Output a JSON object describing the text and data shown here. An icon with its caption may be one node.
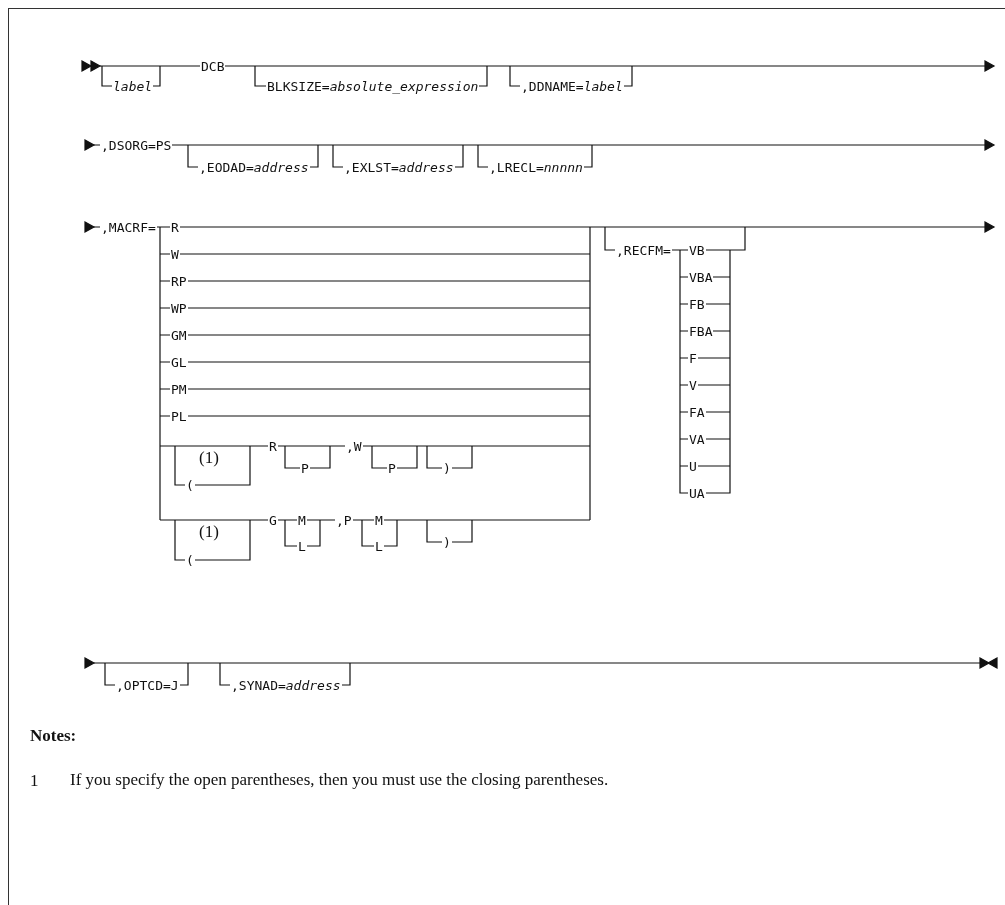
{
  "diagram": {
    "labels": [
      "label",
      "DCB",
      "BLKSIZE=*absolute_expression*",
      ",DDNAME=*label*",
      ",DSORG=PS",
      ",EODAD=*address*",
      ",EXLST=*address*",
      ",LRECL=*nnnnn*",
      ",MACRF=",
      "R",
      "W",
      "RP",
      "WP",
      "GM",
      "GL",
      "PM",
      "PL",
      "(1)",
      "(",
      "R",
      "P",
      ",W",
      "P",
      ")",
      ",RECFM=",
      "VB",
      "VBA",
      "FB",
      "FBA",
      "F",
      "V",
      "FA",
      "VA",
      "U",
      "UA",
      "(1)",
      "(",
      "G",
      "M",
      "L",
      ",P",
      "M",
      "L",
      ")",
      ",OPTCD=J",
      ",SYNAD=*address*",
      "Notes:",
      "1",
      "If you specify the open parentheses, then you must use the closing parentheses."
    ]
  }
}
